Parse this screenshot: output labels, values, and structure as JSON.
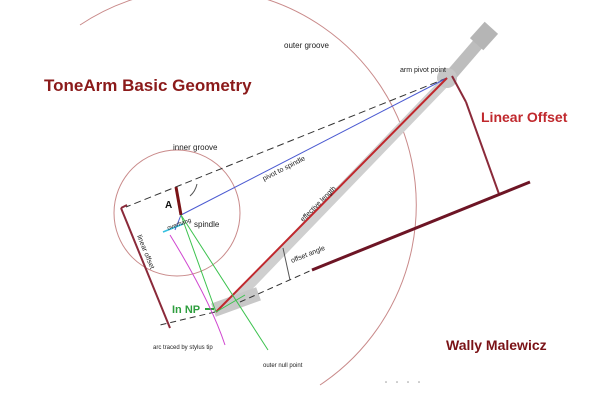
{
  "labels": {
    "title": "ToneArm Basic Geometry",
    "linear_offset": "Linear Offset",
    "author": "Wally Malewicz",
    "outer_groove": "outer groove",
    "inner_groove": "inner groove",
    "arm_pivot": "arm pivot point",
    "pivot_to_spindle": "pivot to spindle",
    "effective_length": "effective length",
    "offset_angle": "offset angle",
    "marker_a": "A",
    "spindle": "spindle",
    "overhang": "overhang",
    "linear_offset_small": "linear offset",
    "in_np": "In NP",
    "arc_traced": "arc traced by stylus tip",
    "outer_null_point": "outer null point"
  },
  "colors": {
    "title": "#8b1a1a",
    "linear_offset": "#c0282d",
    "effective_length": "#c0282d",
    "pivot_to_spindle": "#4b5ad1",
    "stylus_arc": "#d046d0",
    "null_point_lines": "#3cc24e",
    "groove_circles": "#c98a8a",
    "tonearm": "#cfcfcf"
  }
}
